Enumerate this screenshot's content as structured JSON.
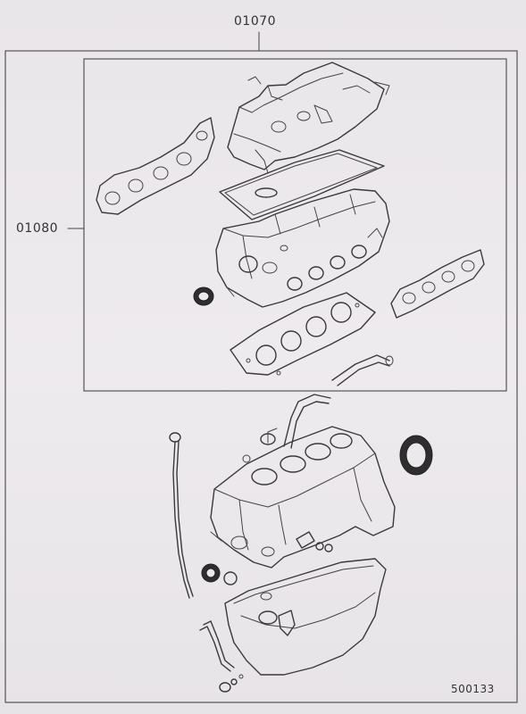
{
  "diagram": {
    "callouts": {
      "overall_kit": "01070",
      "upper_kit": "01080"
    },
    "reference_code": "500133"
  }
}
